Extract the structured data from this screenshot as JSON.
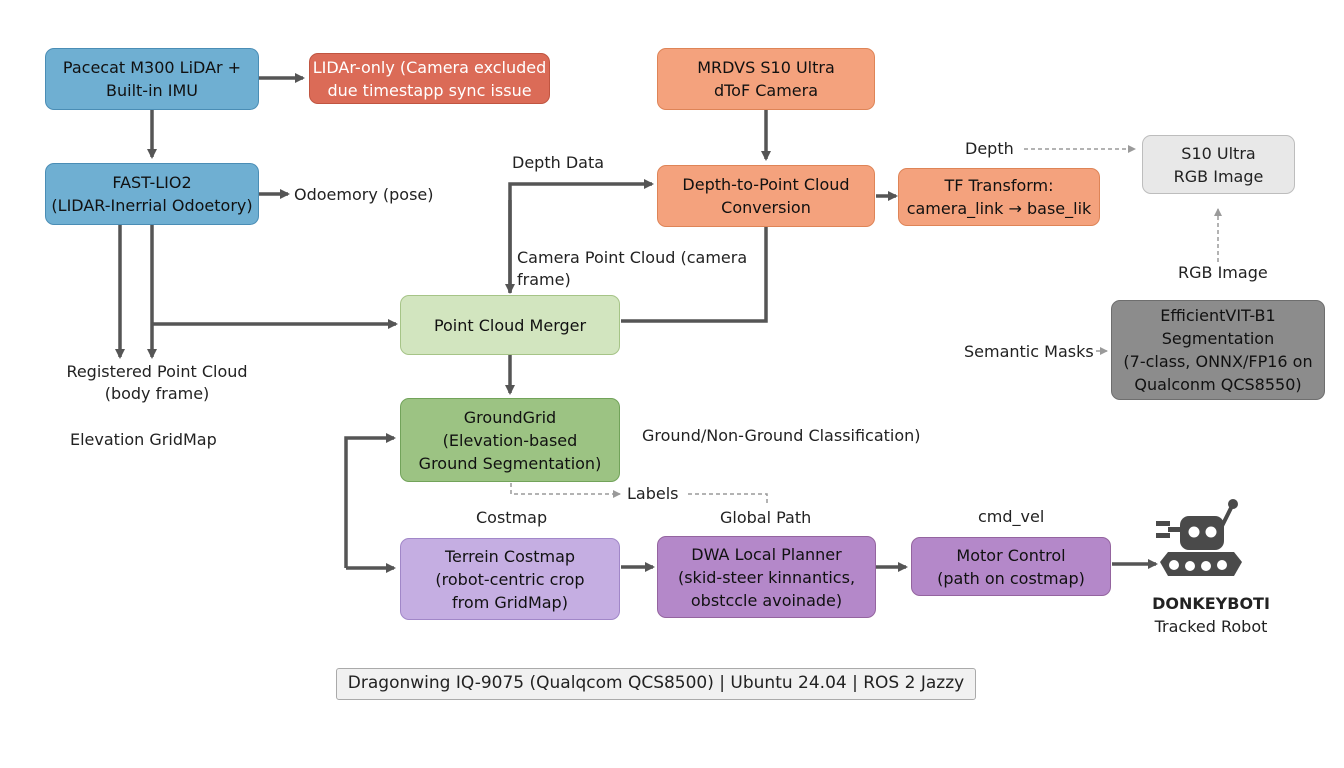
{
  "nodes": {
    "lidar": {
      "lines": [
        "Pacecat M300 LiDAr +",
        "Built-in IMU"
      ],
      "color": "#6fafd2"
    },
    "lidar_only": {
      "lines": [
        "LIDAr-only (Camera excluded",
        "due timestapp sync issue"
      ],
      "color": "#db6b57"
    },
    "camera": {
      "lines": [
        "MRDVS S10 Ultra",
        "dToF Camera"
      ],
      "color": "#f4a27d"
    },
    "fast_lio": {
      "lines": [
        "FAST-LIO2",
        "(LIDAR-Inerrial Odoetory)"
      ],
      "color": "#6fafd2"
    },
    "depth_to_pc": {
      "lines": [
        "Depth-to-Point Cloud",
        "Conversion"
      ],
      "color": "#f4a27d"
    },
    "tf_transform": {
      "lines": [
        "TF Transform:",
        "camera_link → base_lik"
      ],
      "color": "#f4a27d"
    },
    "rgb_image": {
      "lines": [
        "S10 Ultra",
        "RGB Image"
      ],
      "color": "#e8e8e8"
    },
    "merger": {
      "lines": [
        "Point Cloud Merger"
      ],
      "color": "#d2e5bf"
    },
    "efficientvit": {
      "lines": [
        "EfficientVIT-B1",
        "Segmentation",
        "(7-class, ONNX/FP16 on",
        "Qualconm QCS8550)"
      ],
      "color": "#8c8c8c"
    },
    "groundgrid": {
      "lines": [
        "GroundGrid",
        "(Elevation-based",
        "Ground Segmentation)"
      ],
      "color": "#9cc383"
    },
    "costmap": {
      "lines": [
        "Terrein Costmap",
        "(robot-centric crop",
        "from GridMap)"
      ],
      "color": "#c5aee2"
    },
    "dwa": {
      "lines": [
        "DWA Local Planner",
        "(skid-steer kinnantics,",
        "obstccle avoinade)"
      ],
      "color": "#b488c9"
    },
    "motor": {
      "lines": [
        "Motor Control",
        "(path on costmap)"
      ],
      "color": "#b488c9"
    }
  },
  "labels": {
    "odometry": "Odoemory (pose)",
    "depth_data": "Depth Data",
    "depth": "Depth",
    "camera_pc": [
      "Camera Point Cloud (camera",
      "frame)"
    ],
    "rgb_image": "RGB Image",
    "registered_pc": [
      "Registered Point Cloud",
      "(body frame)"
    ],
    "semantic_masks": "Semantic Masks",
    "elevation_gridmap": "Elevation GridMap",
    "ground_class": "Ground/Non-Ground Classification)",
    "labels": "Labels",
    "costmap": "Costmap",
    "global_path": "Global Path",
    "cmd_vel": "cmd_vel"
  },
  "robot": {
    "name": "DONKEYBOTI",
    "type": "Tracked Robot",
    "icon": "tracked-robot-icon"
  },
  "footer": "Dragonwing IQ-9075 (Qualqcom QCS8500) | Ubuntu 24.04 | ROS 2 Jazzy",
  "colors": {
    "arrow": "#555555",
    "dashed_arrow": "#9a9a9a"
  }
}
